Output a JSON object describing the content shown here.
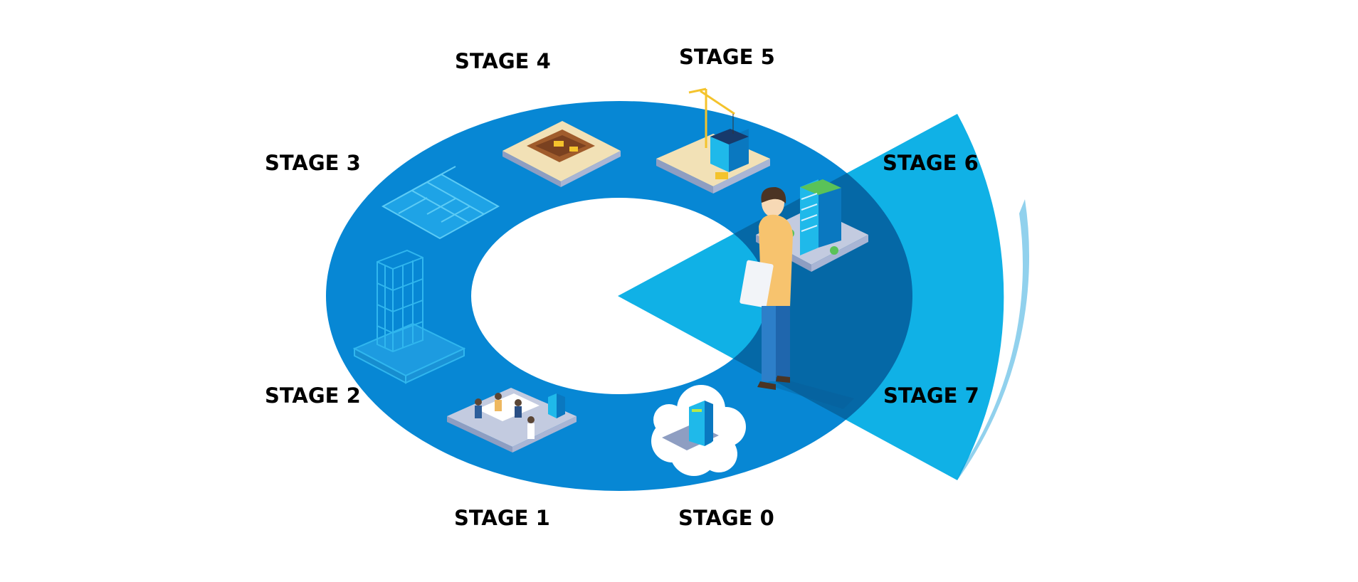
{
  "stages": [
    {
      "label": "STAGE 0",
      "icon": "cloud-building-icon"
    },
    {
      "label": "STAGE 1",
      "icon": "office-team-icon"
    },
    {
      "label": "STAGE 2",
      "icon": "wireframe-building-icon"
    },
    {
      "label": "STAGE 3",
      "icon": "floor-plan-icon"
    },
    {
      "label": "STAGE 4",
      "icon": "excavation-site-icon"
    },
    {
      "label": "STAGE 5",
      "icon": "construction-crane-icon"
    },
    {
      "label": "STAGE 6",
      "icon": "completed-building-icon"
    },
    {
      "label": "STAGE 7",
      "icon": ""
    }
  ],
  "figure": {
    "icon": "standing-person-icon"
  },
  "colors": {
    "ring": "#0787d4",
    "ring_dark": "#0568a6",
    "wedge": "#10b1e6",
    "wedge_dark": "#0a9ad6",
    "label": "#000000"
  }
}
